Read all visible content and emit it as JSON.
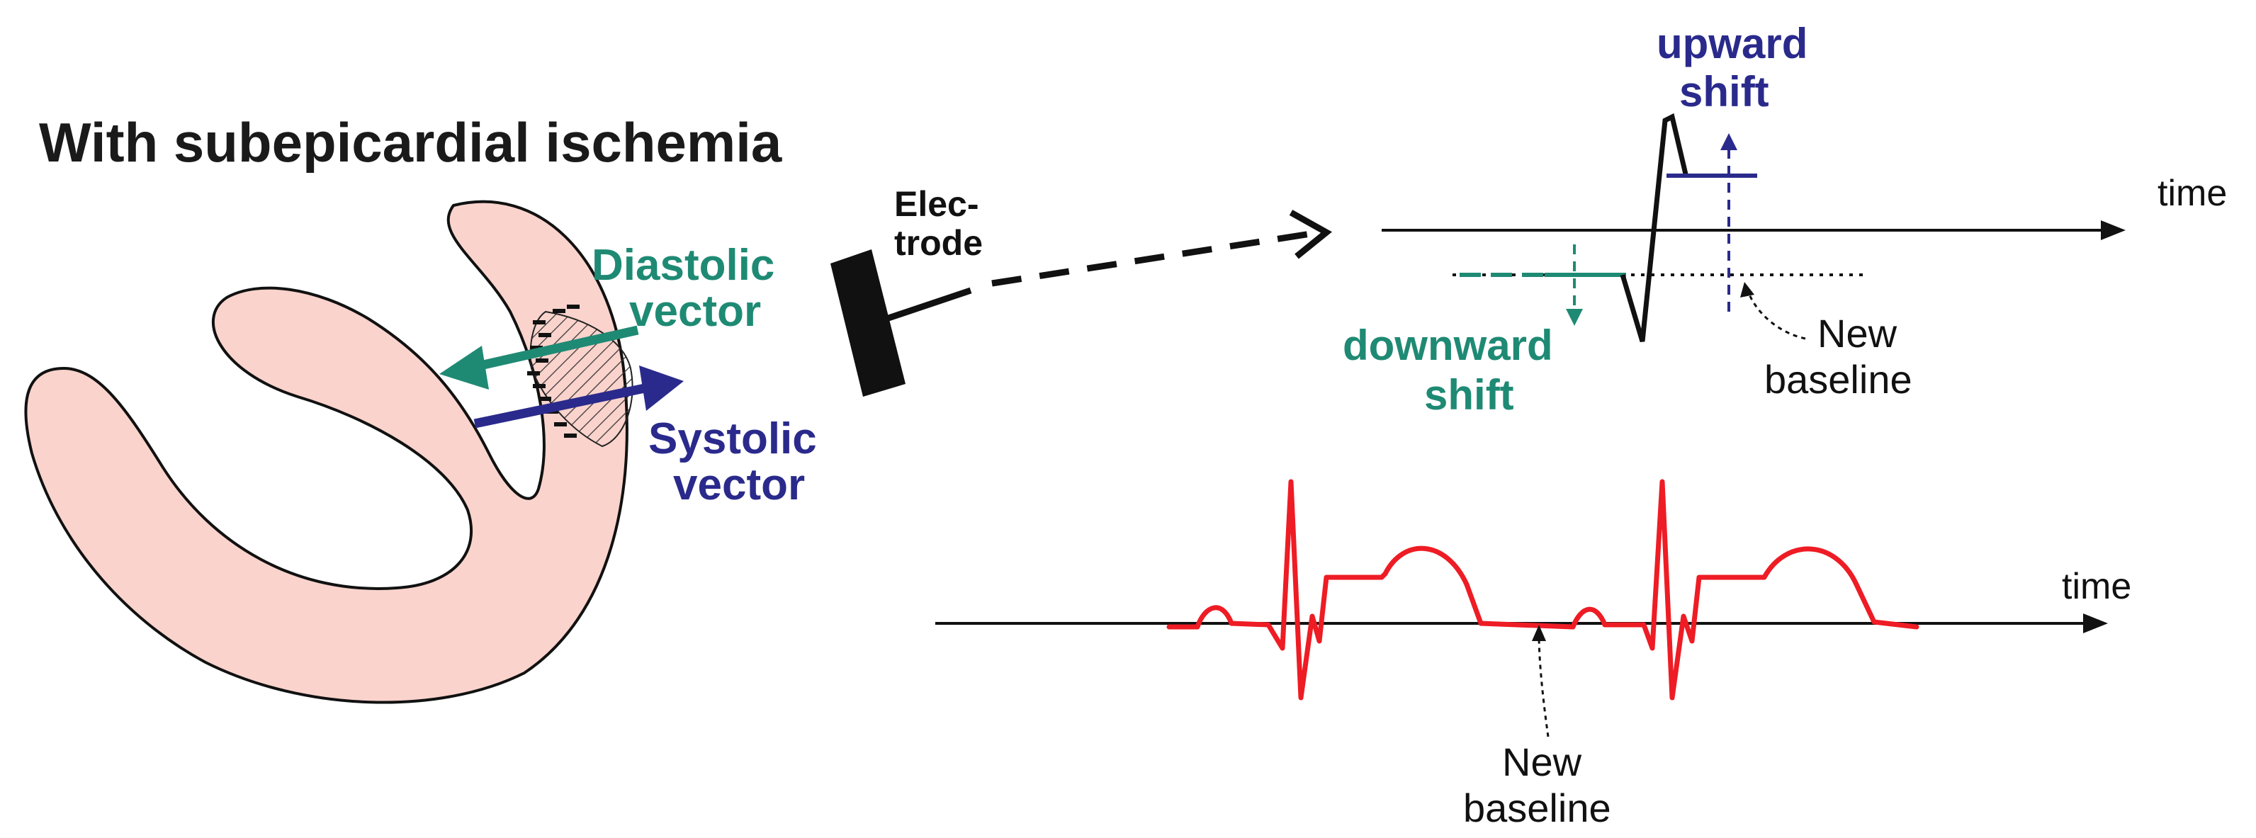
{
  "title": "With subepicardial ischemia",
  "labels": {
    "electrode_line1": "Elec-",
    "electrode_line2": "trode",
    "diastolic_line1": "Diastolic",
    "diastolic_line2": "vector",
    "systolic_line1": "Systolic",
    "systolic_line2": "vector",
    "upward_line1": "upward",
    "upward_line2": "shift",
    "downward_line1": "downward",
    "downward_line2": "shift",
    "time_top": "time",
    "time_bottom": "time",
    "new_baseline_top_line1": "New",
    "new_baseline_top_line2": "baseline",
    "new_baseline_bottom_line1": "New",
    "new_baseline_bottom_line2": "baseline"
  },
  "colors": {
    "heart_fill": "#f9d3cc",
    "outline": "#111111",
    "diastolic": "#1f8a74",
    "systolic": "#2a2a8c",
    "ecg": "#ee1c24"
  }
}
